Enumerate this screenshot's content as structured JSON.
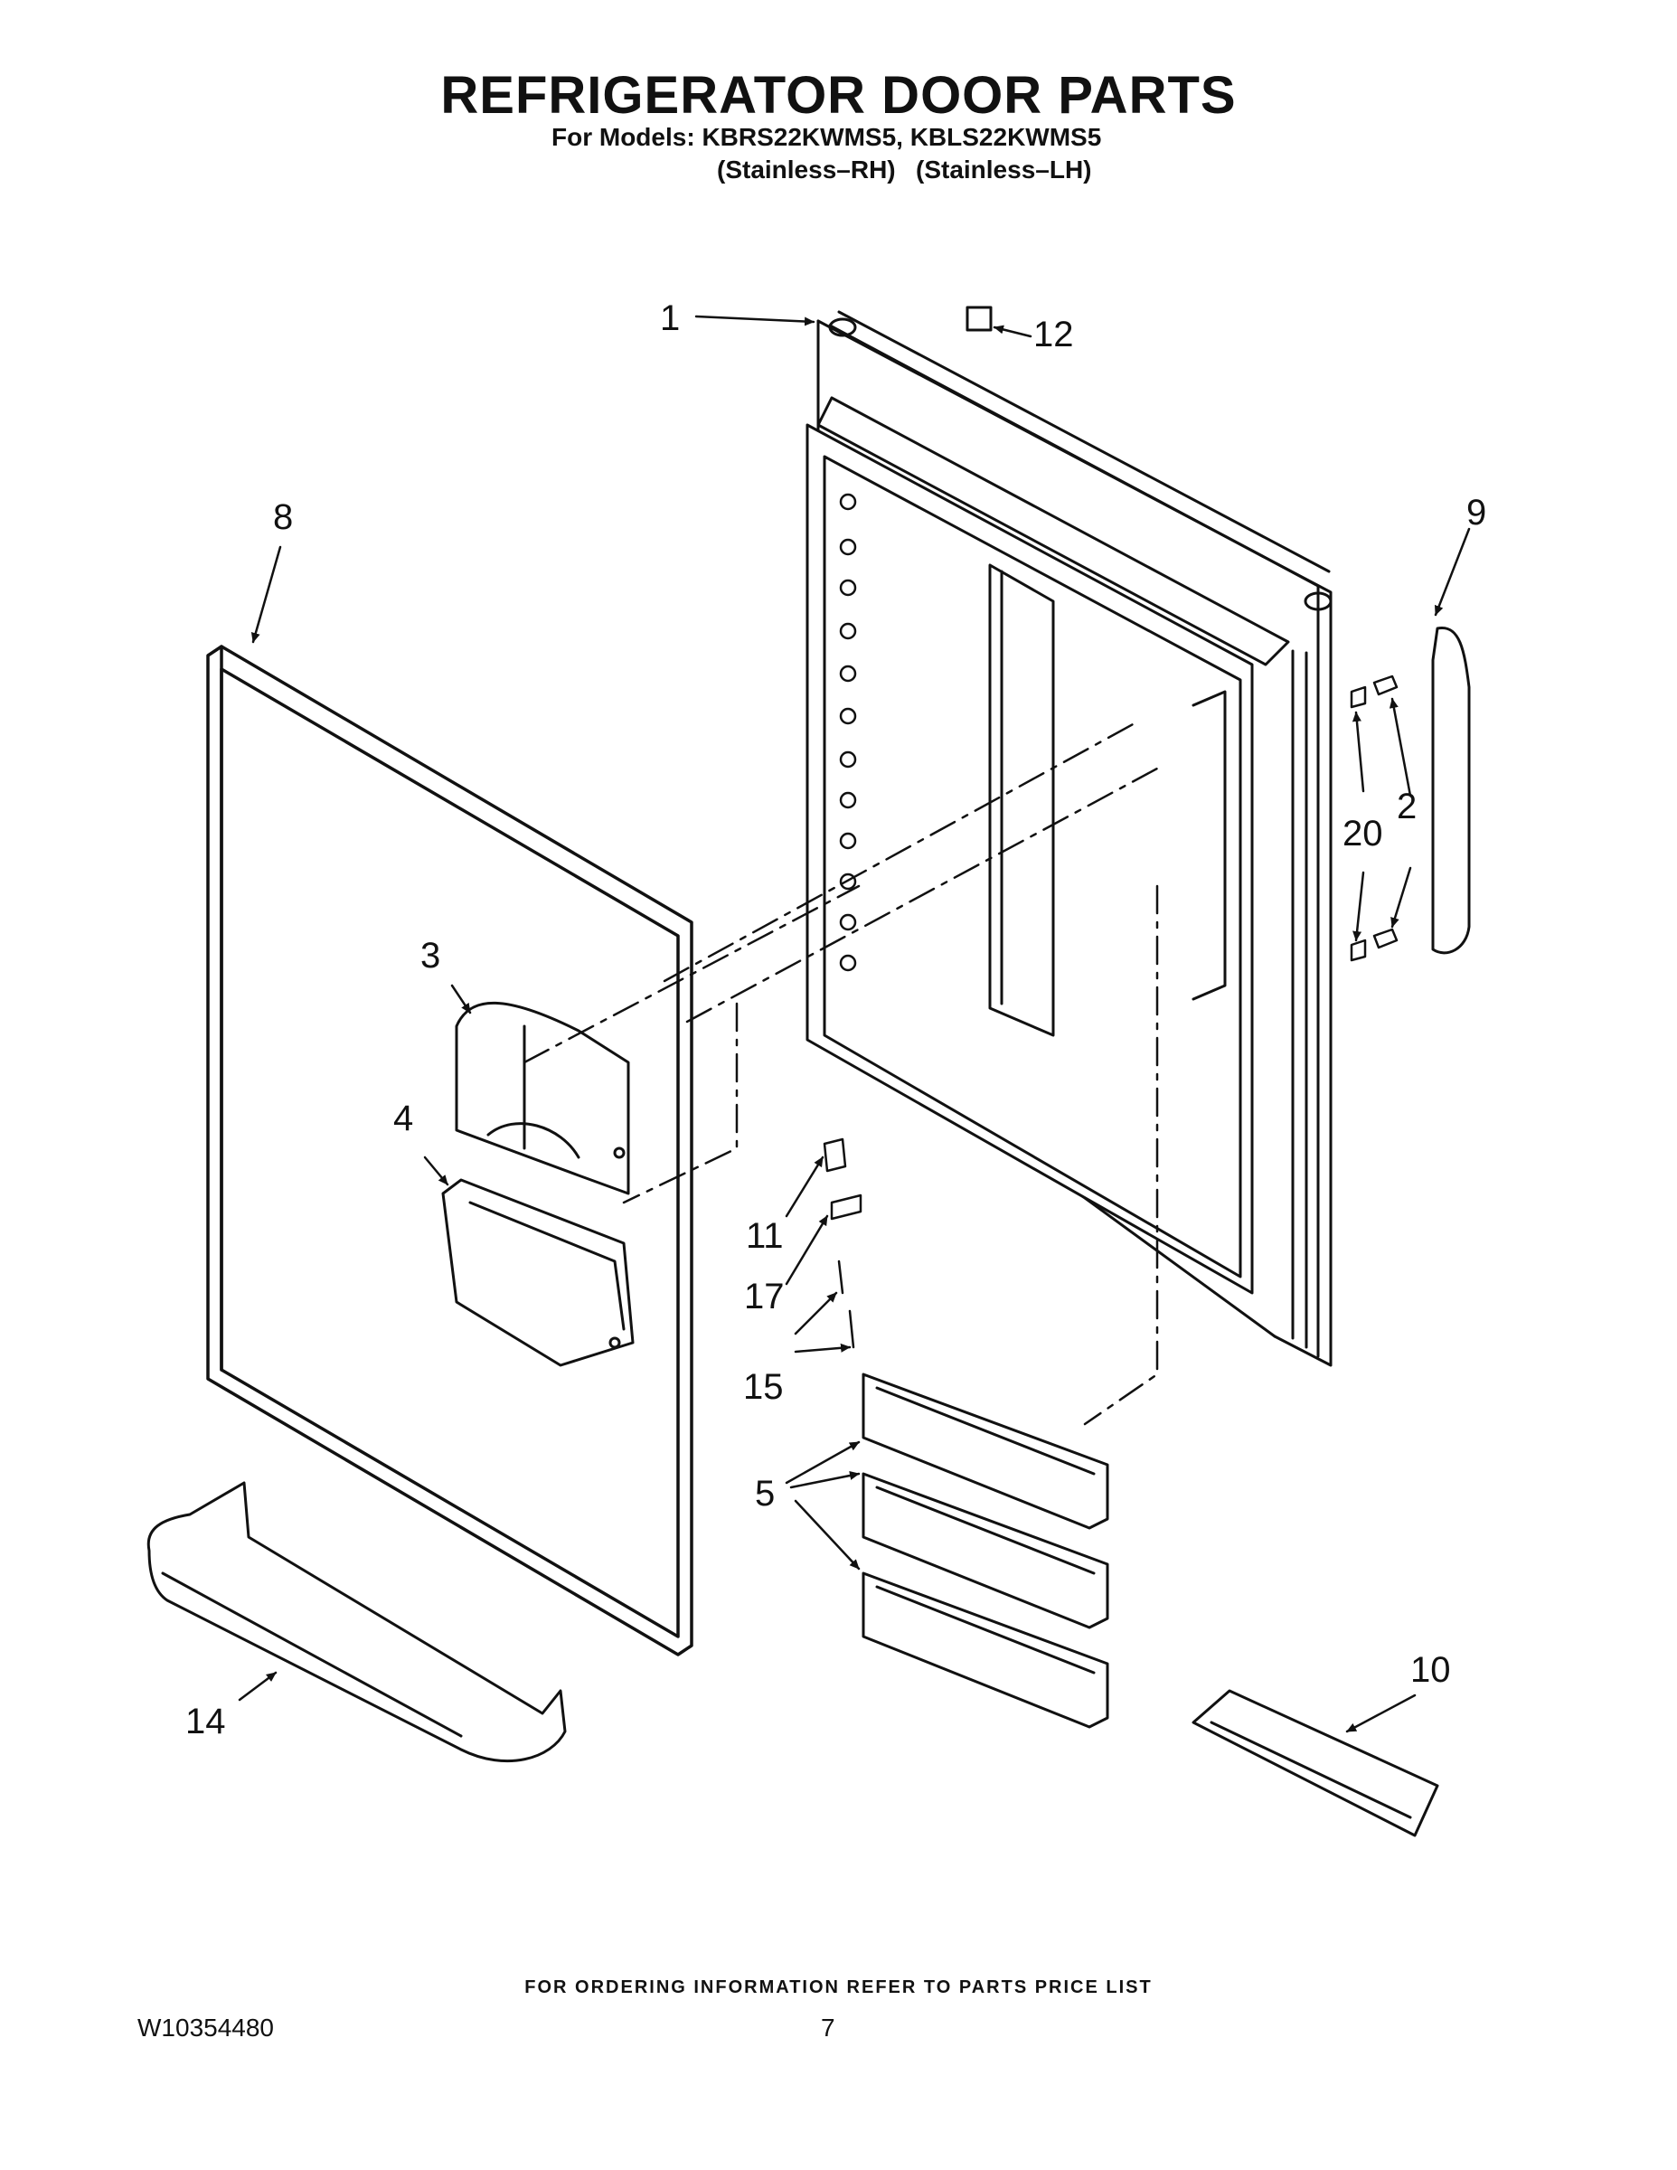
{
  "header": {
    "title": "REFRIGERATOR DOOR PARTS",
    "models_line": "For Models: KBRS22KWMS5, KBLS22KWMS5",
    "variant_rh": "(Stainless–RH)",
    "variant_lh": "(Stainless–LH)"
  },
  "callouts": {
    "c1": "1",
    "c2": "2",
    "c3": "3",
    "c4": "4",
    "c5": "5",
    "c8": "8",
    "c9": "9",
    "c10": "10",
    "c11": "11",
    "c12": "12",
    "c14": "14",
    "c15": "15",
    "c17": "17",
    "c20": "20"
  },
  "footer": {
    "note": "FOR ORDERING INFORMATION REFER TO PARTS PRICE LIST",
    "doc_number": "W10354480",
    "page_number": "7"
  }
}
